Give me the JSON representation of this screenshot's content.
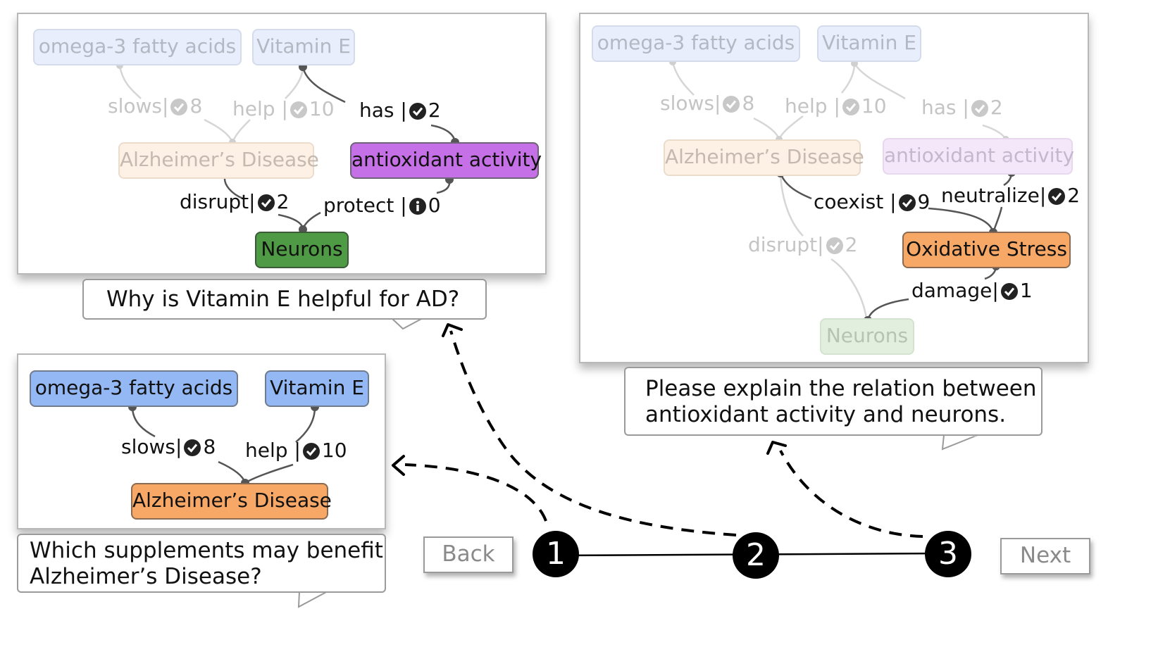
{
  "panels": {
    "p1": {
      "question_lines": [
        "Why is Vitamin E helpful for AD?"
      ],
      "nodes": {
        "omega": "omega-3 fatty acids",
        "vite": "Vitamin E",
        "ad": "Alzheimer’s Disease",
        "antiox": "antioxidant activity",
        "neurons": "Neurons"
      },
      "edges": {
        "slows": {
          "rel": "slows",
          "count": "8"
        },
        "help": {
          "rel": "help",
          "count": "10"
        },
        "has": {
          "rel": "has",
          "count": "2"
        },
        "disrupt": {
          "rel": "disrupt",
          "count": "2"
        },
        "protect": {
          "rel": "protect",
          "count": "0"
        }
      }
    },
    "p2": {
      "question_lines": [
        "Please explain the relation between",
        "antioxidant activity and neurons."
      ],
      "nodes": {
        "omega": "omega-3 fatty acids",
        "vite": "Vitamin E",
        "ad": "Alzheimer’s Disease",
        "antiox": "antioxidant activity",
        "ox": "Oxidative Stress",
        "neurons": "Neurons"
      },
      "edges": {
        "slows": {
          "rel": "slows",
          "count": "8"
        },
        "help": {
          "rel": "help",
          "count": "10"
        },
        "has": {
          "rel": "has",
          "count": "2"
        },
        "coexist": {
          "rel": "coexist",
          "count": "9"
        },
        "neutralize": {
          "rel": "neutralize",
          "count": "2"
        },
        "disrupt": {
          "rel": "disrupt",
          "count": "2"
        },
        "damage": {
          "rel": "damage",
          "count": "1"
        }
      }
    },
    "p3": {
      "question_lines": [
        "Which supplements may benefit",
        "Alzheimer’s Disease?"
      ],
      "nodes": {
        "omega": "omega-3 fatty acids",
        "vite": "Vitamin E",
        "ad": "Alzheimer’s Disease"
      },
      "edges": {
        "slows": {
          "rel": "slows",
          "count": "8"
        },
        "help": {
          "rel": "help",
          "count": "10"
        }
      }
    }
  },
  "nav": {
    "back_label": "Back",
    "next_label": "Next",
    "steps": [
      "1",
      "2",
      "3"
    ]
  },
  "icons": {
    "verified": "check-badge-icon",
    "info": "info-badge-icon"
  },
  "colors": {
    "supplement": "#94b8f4",
    "disease": "#f7a866",
    "process": "#c570e6",
    "cell": "#4f9a45"
  }
}
